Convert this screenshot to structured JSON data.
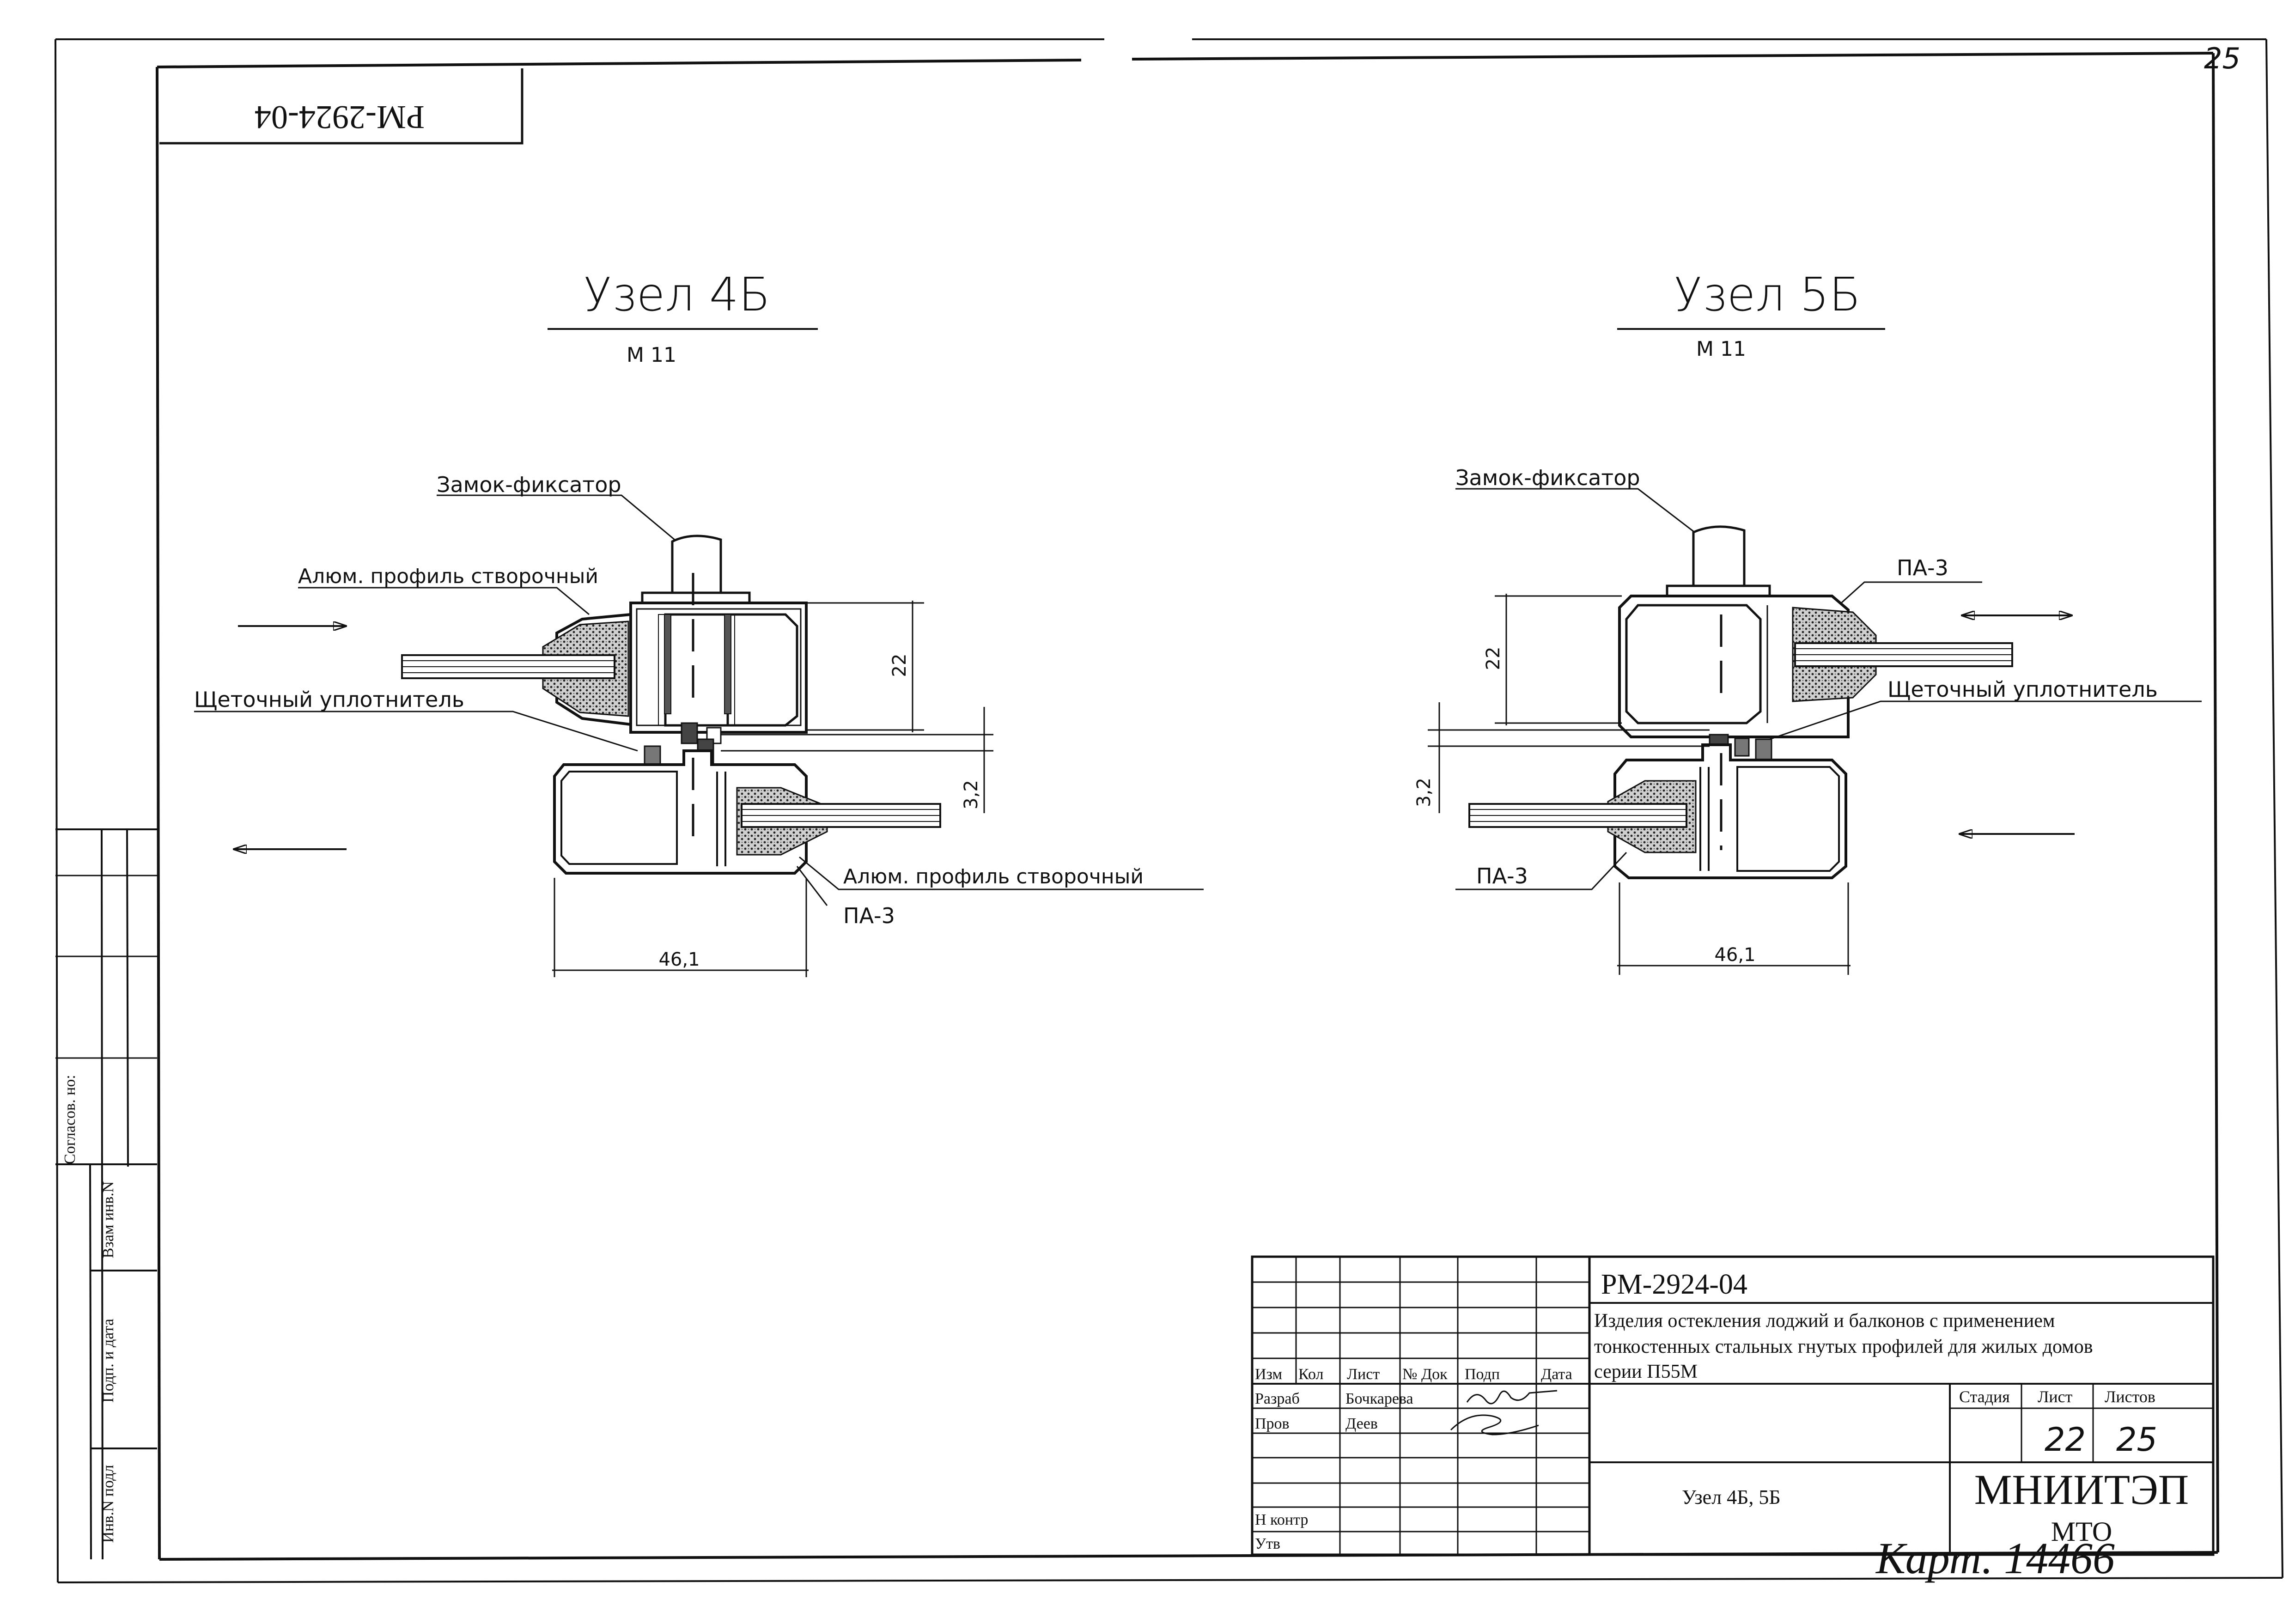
{
  "page_number": "25",
  "stamp_code_rotated": "РМ-2924-04",
  "nodes": [
    {
      "title": "Узел 4Б",
      "scale": "М 11",
      "labels": {
        "lock": "Замок-фиксатор",
        "profile_top": "Алюм. профиль створочный",
        "brush_seal": "Щеточный уплотнитель",
        "profile_bottom": "Алюм. профиль створочный",
        "pa3": "ПА-3"
      },
      "dims": {
        "height": "22",
        "gap": "3,2",
        "width": "46,1"
      }
    },
    {
      "title": "Узел 5Б",
      "scale": "М 11",
      "labels": {
        "lock": "Замок-фиксатор",
        "pa3_top": "ПА-3",
        "brush_seal": "Щеточный уплотнитель",
        "pa3_bottom": "ПА-3"
      },
      "dims": {
        "height": "22",
        "gap": "3,2",
        "width": "46,1"
      }
    }
  ],
  "side_stamp": {
    "agreed": "Согласов. но:",
    "swap_inv": "Взам инв.N",
    "sign_date": "Подп. и дата",
    "inv_orig": "Инв.N подл"
  },
  "title_block": {
    "doc_code": "РМ-2924-04",
    "description": "Изделия остекления лоджий и балконов с применением тонкостенных стальных гнутых профилей для жилых домов серии П55М",
    "headers": [
      "Изм",
      "Кол",
      "Лист",
      "№ Док",
      "Подп",
      "Дата"
    ],
    "rows": [
      {
        "role": "Разраб",
        "name": "Бочкарева"
      },
      {
        "role": "Пров",
        "name": "Деев"
      },
      {
        "role": "Н  контр",
        "name": ""
      },
      {
        "role": "Утв",
        "name": ""
      }
    ],
    "sheet_title": "Узел 4Б, 5Б",
    "stage_label": "Стадия",
    "sheet_label": "Лист",
    "sheets_label": "Листов",
    "sheet_value": "22",
    "sheets_value": "25",
    "org_name": "МНИИТЭП",
    "org_sub": "МТО"
  },
  "handwritten_note": "Карт. 14466"
}
